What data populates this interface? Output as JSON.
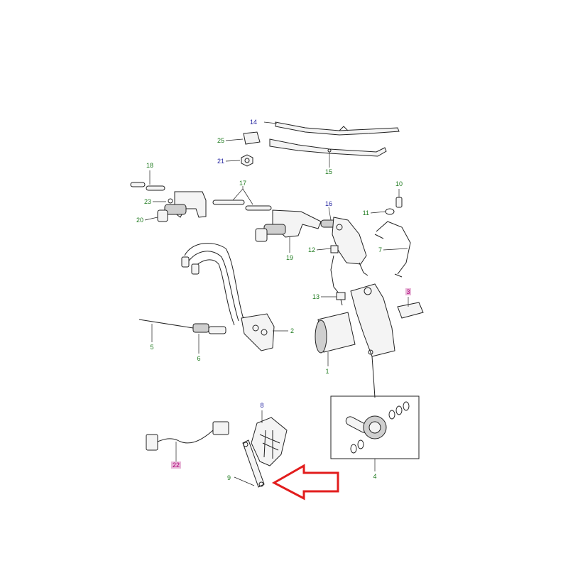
{
  "colors": {
    "label_green": "#1e7a1e",
    "label_blue": "#1a1a9c",
    "label_magenta": "#b0007a",
    "highlight_fill": "#e8b8d8",
    "arrow_red": "#e21d1d",
    "line": "#222222"
  },
  "callouts": {
    "c14": "14",
    "c25": "25",
    "c21": "21",
    "c15": "15",
    "c18": "18",
    "c17": "17",
    "c16": "16",
    "c10": "10",
    "c23": "23",
    "c20": "20",
    "c11": "11",
    "c12": "12",
    "c19": "19",
    "c7": "7",
    "c13": "13",
    "c3": "3",
    "c2": "2",
    "c5": "5",
    "c6": "6",
    "c1": "1",
    "c8": "8",
    "c22": "22",
    "c9": "9",
    "c4": "4"
  }
}
